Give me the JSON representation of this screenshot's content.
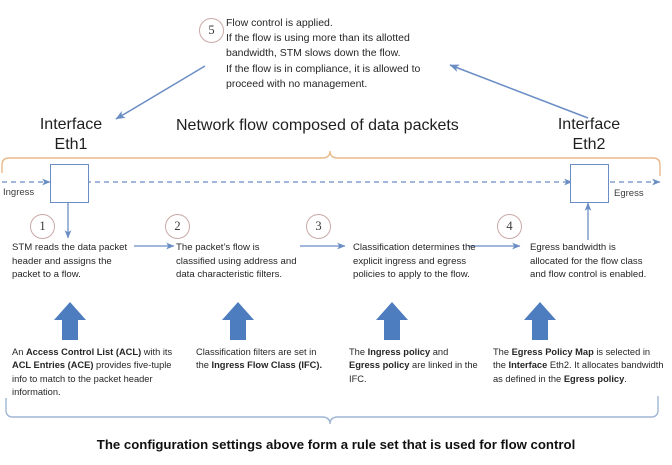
{
  "diagram": {
    "title": "Network flow composed of data packets",
    "caption": "The configuration settings above form a rule set that is used for flow control",
    "colors": {
      "arrow_blue": "#4E7DBF",
      "line_blue": "#6a8ec4",
      "brace_orange": "#e8b88a",
      "brace_blue": "#9fb6d4",
      "circle_outline": "#c9a9a6"
    },
    "interfaces": {
      "left": {
        "name_line1": "Interface",
        "name_line2": "Eth1",
        "port_label": "Ingress"
      },
      "right": {
        "name_line1": "Interface",
        "name_line2": "Eth2",
        "port_label": "Egress"
      }
    },
    "step5": {
      "number": "5",
      "line1": "Flow control is applied.",
      "line2": "If the flow is using more than its allotted",
      "line3": "bandwidth, STM slows down the flow.",
      "line4": "If the flow is in compliance, it is allowed to",
      "line5": "proceed with no management."
    },
    "steps": [
      {
        "number": "1",
        "description": "STM reads the data packet  header and assigns the packet to a flow.",
        "note_parts": [
          {
            "text": "An ",
            "bold": false
          },
          {
            "text": "Access Control List (ACL)",
            "bold": true
          },
          {
            "text": " with its ",
            "bold": false
          },
          {
            "text": "ACL Entries (ACE)",
            "bold": true
          },
          {
            "text": " provides five-tuple info to match to the packet header information.",
            "bold": false
          }
        ]
      },
      {
        "number": "2",
        "description": "The packet’s flow is classified using address and data characteristic filters.",
        "note_parts": [
          {
            "text": "Classification filters  are set in the ",
            "bold": false
          },
          {
            "text": "Ingress Flow Class (IFC).",
            "bold": true
          }
        ]
      },
      {
        "number": "3",
        "description": "Classification determines the explicit ingress and egress policies to apply to the flow.",
        "note_parts": [
          {
            "text": "The ",
            "bold": false
          },
          {
            "text": "Ingress policy",
            "bold": true
          },
          {
            "text": " and ",
            "bold": false
          },
          {
            "text": "Egress policy",
            "bold": true
          },
          {
            "text": " are linked in the IFC.",
            "bold": false
          }
        ]
      },
      {
        "number": "4",
        "description": "Egress bandwidth is allocated for the flow class and flow control is enabled.",
        "note_parts": [
          {
            "text": "The ",
            "bold": false
          },
          {
            "text": "Egress Policy Map",
            "bold": true
          },
          {
            "text": " is selected in the ",
            "bold": false
          },
          {
            "text": "Interface",
            "bold": true
          },
          {
            "text": " Eth2. It allocates bandwidth as defined in the ",
            "bold": false
          },
          {
            "text": "Egress policy",
            "bold": true
          },
          {
            "text": ".",
            "bold": false
          }
        ]
      }
    ]
  }
}
